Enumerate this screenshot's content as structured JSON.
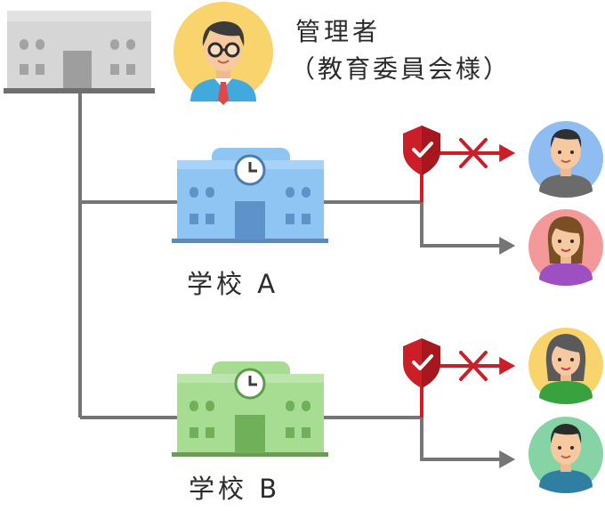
{
  "admin": {
    "title": "管理者",
    "subtitle": "（教育委員会様）"
  },
  "schools": [
    {
      "label": "学校 A"
    },
    {
      "label": "学校 B"
    }
  ],
  "colors": {
    "line": "#757575",
    "block": "#cc1e28",
    "office": "#d2d2d2",
    "school_a": "#8ec5f3",
    "school_b": "#a7dc93"
  }
}
